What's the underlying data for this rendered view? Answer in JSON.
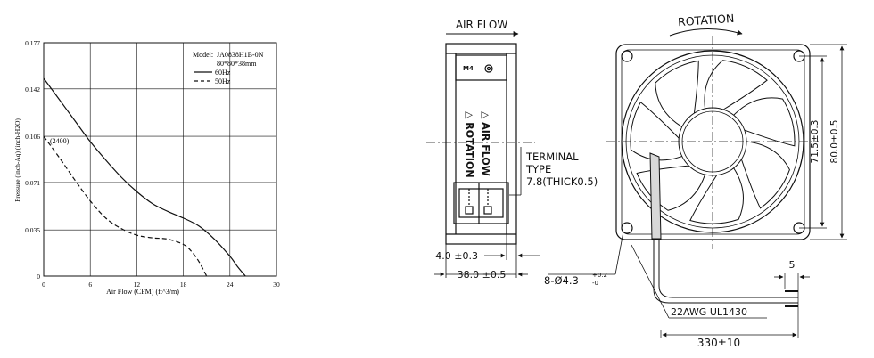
{
  "chart_data": {
    "type": "line",
    "xlabel": "Air Flow (CFM) (ft^3/m)",
    "ylabel": "Pressure (inch-Aq) (inch-H2O)",
    "xlim": [
      0,
      30
    ],
    "ylim": [
      0,
      0.177
    ],
    "x_ticks": [
      "0",
      "6",
      "12",
      "18",
      "24",
      "30"
    ],
    "y_ticks": [
      "0",
      "0.035",
      "0.071",
      "0.106",
      "0.142",
      "0.177"
    ],
    "grid": true,
    "legend_placement": "top-right",
    "model_label": "Model:",
    "model_name": "JA0838H1B-0N",
    "model_size": "80*80*38mm",
    "annotation": "(2400)",
    "series": [
      {
        "name": "60Hz",
        "style": "solid",
        "x": [
          0,
          2,
          4,
          6,
          8,
          10,
          12,
          14,
          16,
          18,
          20,
          22,
          24,
          25,
          26
        ],
        "y": [
          0.15,
          0.134,
          0.118,
          0.102,
          0.088,
          0.075,
          0.064,
          0.055,
          0.049,
          0.044,
          0.038,
          0.028,
          0.015,
          0.007,
          0
        ]
      },
      {
        "name": "50Hz",
        "style": "dashed",
        "x": [
          0,
          2,
          4,
          6,
          8,
          10,
          12,
          14,
          16,
          18,
          19,
          20,
          21
        ],
        "y": [
          0.106,
          0.09,
          0.073,
          0.057,
          0.044,
          0.036,
          0.031,
          0.029,
          0.028,
          0.024,
          0.019,
          0.011,
          0
        ]
      }
    ]
  },
  "drawing": {
    "air_flow_label": "AIR FLOW",
    "rotation_label": "ROTATION",
    "m4_label": "M4",
    "side_air_flow": "△ AIR FLOW",
    "side_rotation": "△ ROTATION",
    "terminal_line1": "TERMINAL",
    "terminal_line2": "TYPE",
    "terminal_line3": "7.8(THICK0.5)",
    "dim_4_0": "4.0 ±0.3",
    "dim_38_0": "38.0 ±0.5",
    "dim_hole_main": "8-Ø4.3",
    "dim_hole_sup": "+0.2",
    "dim_hole_sub": "-0",
    "dim_71_5": "71.5±0.3",
    "dim_80_0": "80.0±0.5",
    "dim_5": "5",
    "wire_label": "22AWG UL1430",
    "dim_330": "330±10"
  }
}
